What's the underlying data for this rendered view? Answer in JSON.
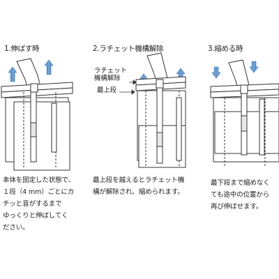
{
  "steps": [
    {
      "title": "1.伸ばす時",
      "caption_lines": [
        "本体を固定した状態で、",
        "１段（4 mm）ごとにカ",
        "チッと音がするまで",
        "ゆっくりと伸ばしてく",
        "ださい。"
      ]
    },
    {
      "title": "2.ラチェット機構解除",
      "callouts": [
        "ラチェット",
        "機構解除",
        "最上段"
      ],
      "caption_lines": [
        "最上段を越えるとラチェット機",
        "構が解除され、縮められます。"
      ]
    },
    {
      "title": "3.縮める時",
      "caption_lines": [
        "最下段まで縮めなく",
        "ても途中の位置から",
        "再び伸ばせます。"
      ]
    }
  ],
  "colors": {
    "arrow_fill": "#3a76b8",
    "line": "#333333"
  },
  "icons": [
    "up-arrow-icon",
    "down-arrow-icon",
    "hand-icon"
  ]
}
